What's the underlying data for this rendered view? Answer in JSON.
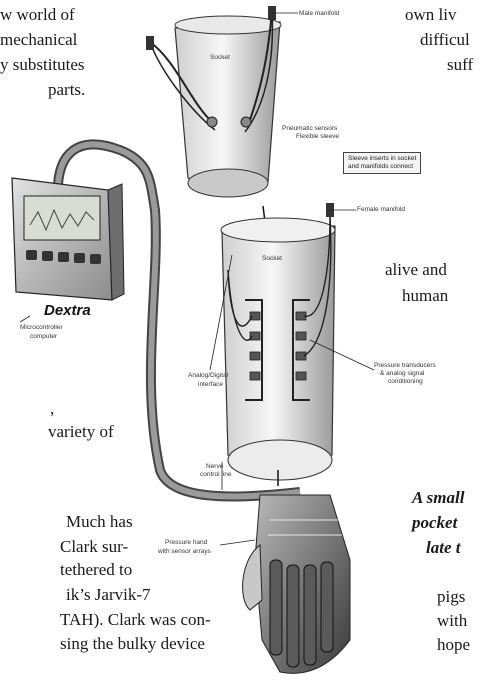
{
  "left_text": [
    "w world of",
    "mechanical",
    "y substitutes",
    "parts.",
    ",",
    "variety of",
    "Much   has",
    "Clark sur-",
    "tethered to",
    "ik’s  Jarvik-7",
    "TAH). Clark was con-",
    "sing the bulky device"
  ],
  "right_text": [
    "own liv",
    "difficul",
    "suff",
    "alive  and",
    "human",
    "pigs",
    "with",
    "hope"
  ],
  "caption_lines": [
    "A small",
    "pocket",
    "late t"
  ],
  "figure": {
    "device_name": "Dextra",
    "labels": {
      "microcontroller": [
        "Microcontroller",
        "computer"
      ],
      "interface": [
        "Analog/Digital",
        "interface"
      ],
      "nerve_bundle": [
        "Nerve",
        "control line"
      ],
      "pressure_hand": [
        "Pressure hand",
        "with sensor arrays"
      ],
      "pressure_transducers": [
        "Pressure transducers",
        "& analog signal",
        "conditioning"
      ],
      "pneumatic": [
        "Pneumatic sensors",
        "Flexible sleeve"
      ],
      "female_manifold": "Female manifold",
      "male_manifold": "Male manifold",
      "socket_upper": "Socket",
      "socket_lower": "Socket"
    },
    "callout_box": [
      "Sleeve inserts in socket",
      "and manifolds connect"
    ]
  }
}
